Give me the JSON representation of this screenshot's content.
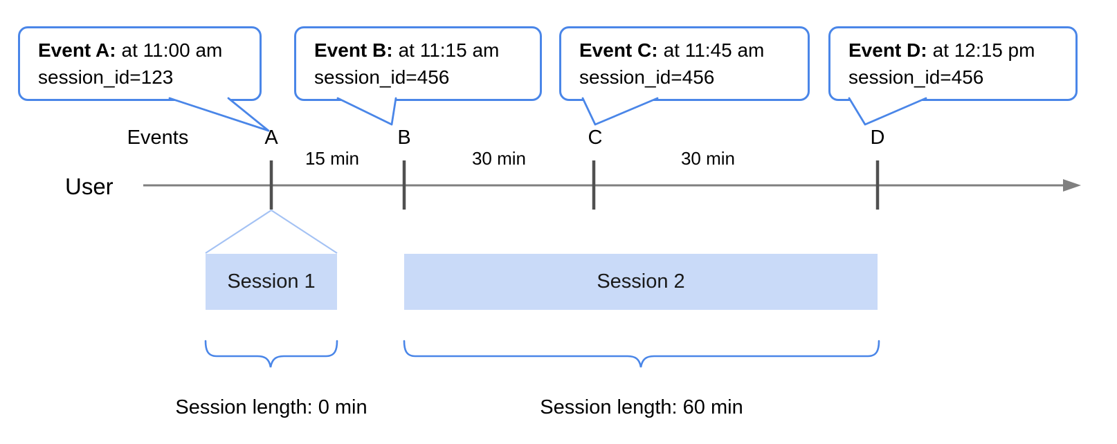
{
  "labels": {
    "events_axis": "Events",
    "user_axis": "User"
  },
  "events": [
    {
      "marker": "A",
      "callout_title": "Event A:",
      "callout_time": "at 11:00 am",
      "callout_session": "session_id=123"
    },
    {
      "marker": "B",
      "callout_title": "Event B:",
      "callout_time": "at 11:15 am",
      "callout_session": "session_id=456"
    },
    {
      "marker": "C",
      "callout_title": "Event C:",
      "callout_time": "at 11:45 am",
      "callout_session": "session_id=456"
    },
    {
      "marker": "D",
      "callout_title": "Event D:",
      "callout_time": "at 12:15 pm",
      "callout_session": "session_id=456"
    }
  ],
  "intervals": [
    "15 min",
    "30 min",
    "30 min"
  ],
  "sessions": [
    {
      "label": "Session 1",
      "length": "Session length: 0 min"
    },
    {
      "label": "Session 2",
      "length": "Session length: 60 min"
    }
  ],
  "colors": {
    "callout_border": "#4a86e8",
    "session_fill": "#c9daf8",
    "funnel_line": "#a4c2f4",
    "brace": "#4a86e8",
    "timeline": "#7f7f7f",
    "tick": "#505050",
    "text": "#000000"
  }
}
